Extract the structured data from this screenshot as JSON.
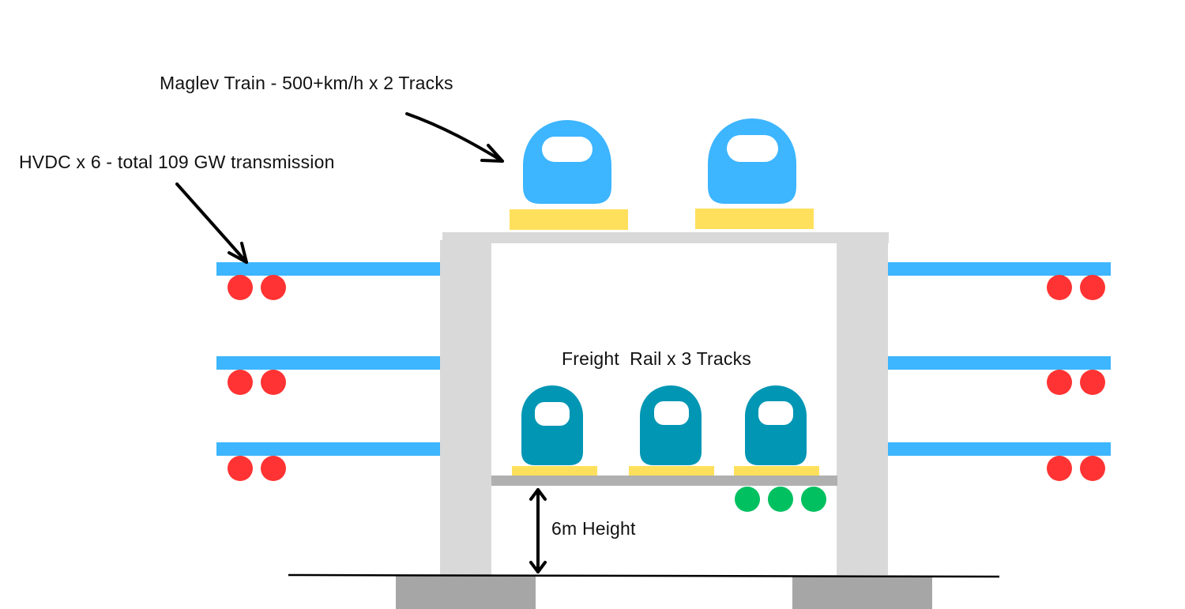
{
  "labels": {
    "maglev": "Maglev Train - 500+km/h x 2 Tracks",
    "hvdc": "HVDC x 6 - total 109 GW transmission",
    "freight": "Freight  Rail x 3 Tracks",
    "height": "6m Height"
  },
  "colors": {
    "maglev_train": "#3db5ff",
    "freight_train": "#0096b4",
    "track": "#ffe05c",
    "structure": "#d9d9d9",
    "freight_deck": "#b0b0b0",
    "foundation": "#a6a6a6",
    "hvdc_arm": "#3db5ff",
    "hvdc_cable": "#ff3333",
    "green_cable": "#00c060",
    "window": "#ffffff",
    "ink": "#000000"
  },
  "icons": {
    "maglev": "train-pod-icon",
    "freight": "train-pod-icon",
    "cable": "cable-circle-icon",
    "arrow": "arrow-icon"
  }
}
